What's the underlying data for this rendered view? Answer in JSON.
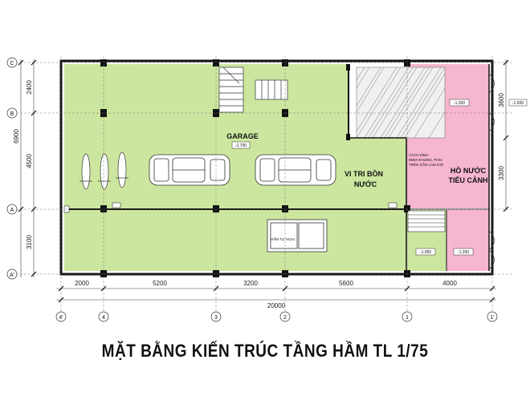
{
  "drawing": {
    "title": "MẶT BẰNG KIẾN TRÚC TẦNG HẦM  TL 1/75",
    "rooms": {
      "garage": "GARAGE",
      "tank_line1": "VI TRI BỒN",
      "tank_line2": "NƯỚC",
      "pond_line1": "HỒ NƯỚC",
      "pond_line2": "TIỂU CẢNH",
      "pump": "HẦM TỰ HOẠI",
      "wall_note_1": "VÁCH KÍNH",
      "wall_note_2": "8MM+KHUNG, PHÍA",
      "wall_note_3": "TRÊN GẮN LAM GIÓ"
    },
    "levels": {
      "garage": "-2.700",
      "pond_top": "-1.200",
      "outside": "-1.500",
      "lower_mid": "-1.050",
      "lower_right": "-1.200"
    },
    "axes": {
      "rows": [
        "C",
        "B",
        "A",
        "A'"
      ],
      "cols": [
        "4'",
        "4",
        "3",
        "2",
        "1",
        "1'"
      ]
    },
    "dimensions": {
      "bottom": [
        "2000",
        "5200",
        "3200",
        "5600",
        "4000"
      ],
      "bottom_total": "20000",
      "left_segments": [
        "2400",
        "4500",
        "3100"
      ],
      "left_total": "6900",
      "right": [
        "3600",
        "3300"
      ]
    },
    "colors": {
      "floor": "#cce6a0",
      "pond": "#f6b6cf",
      "wall": "#111111",
      "dim_line": "#444444"
    }
  }
}
